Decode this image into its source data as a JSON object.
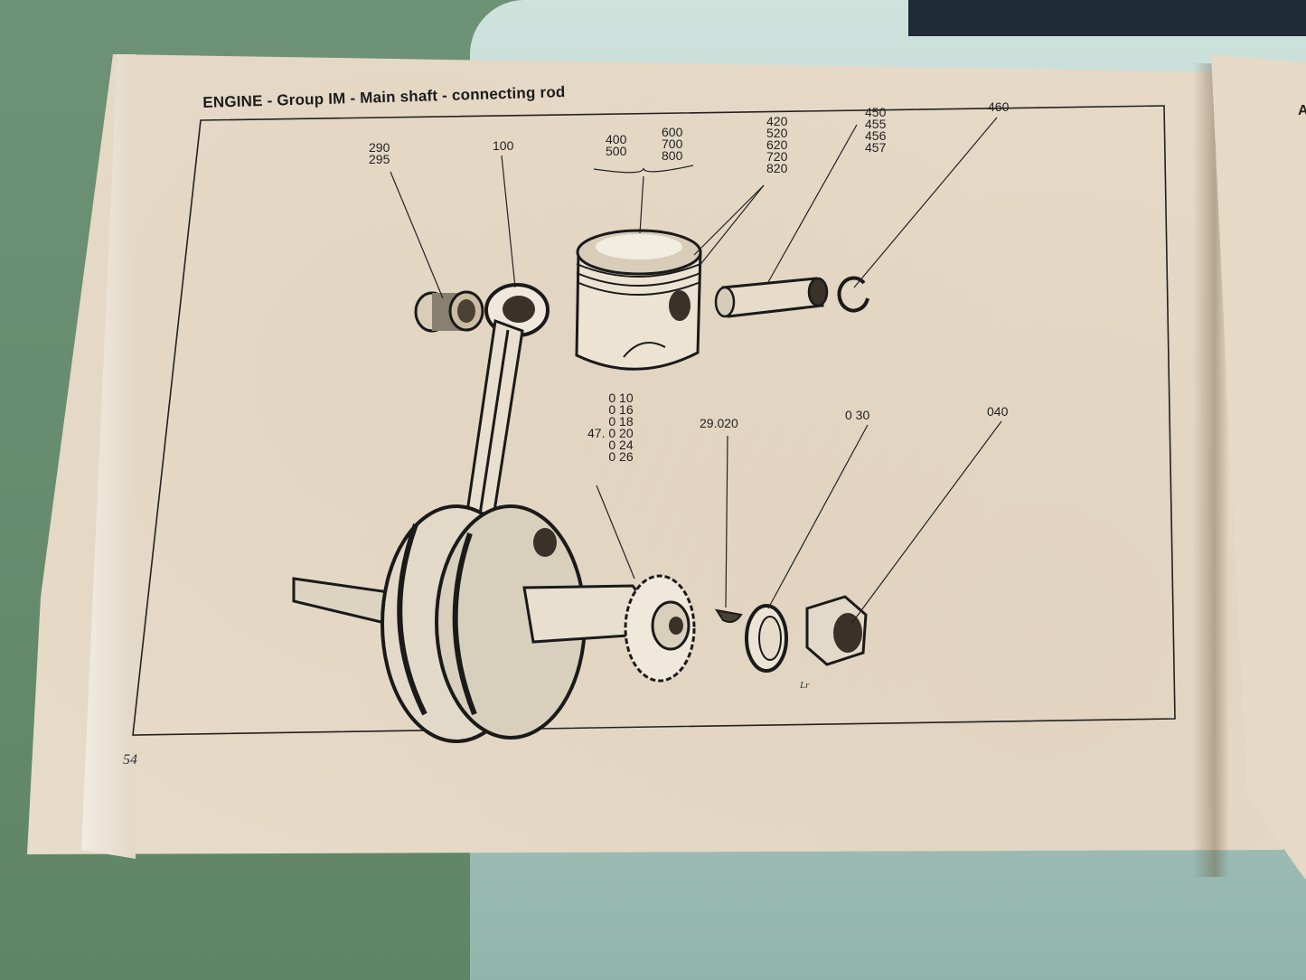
{
  "header": {
    "title": "ENGINE - Group IM - Main shaft - connecting rod"
  },
  "page": {
    "number": "54"
  },
  "signature": "Lr",
  "right_page": {
    "edge_letter": "A"
  },
  "part_labels": [
    {
      "id": "bushing",
      "lines": [
        "290",
        "295"
      ]
    },
    {
      "id": "conrod",
      "lines": [
        "100"
      ]
    },
    {
      "id": "piston-left",
      "lines": [
        "400",
        "500"
      ]
    },
    {
      "id": "piston-right",
      "lines": [
        "600",
        "700",
        "800"
      ]
    },
    {
      "id": "rings",
      "lines": [
        "420",
        "520",
        "620",
        "720",
        "820"
      ]
    },
    {
      "id": "pin",
      "lines": [
        "450",
        "455",
        "456",
        "457"
      ]
    },
    {
      "id": "circlip",
      "lines": [
        "460"
      ]
    },
    {
      "id": "crankshaft",
      "lines": [
        "0 10",
        "0 16",
        "0 18",
        "47. 0 20",
        "0 24",
        "0 26"
      ]
    },
    {
      "id": "key",
      "lines": [
        "29.020"
      ]
    },
    {
      "id": "washer",
      "lines": [
        "0 30"
      ]
    },
    {
      "id": "nut",
      "lines": [
        "040"
      ]
    }
  ]
}
